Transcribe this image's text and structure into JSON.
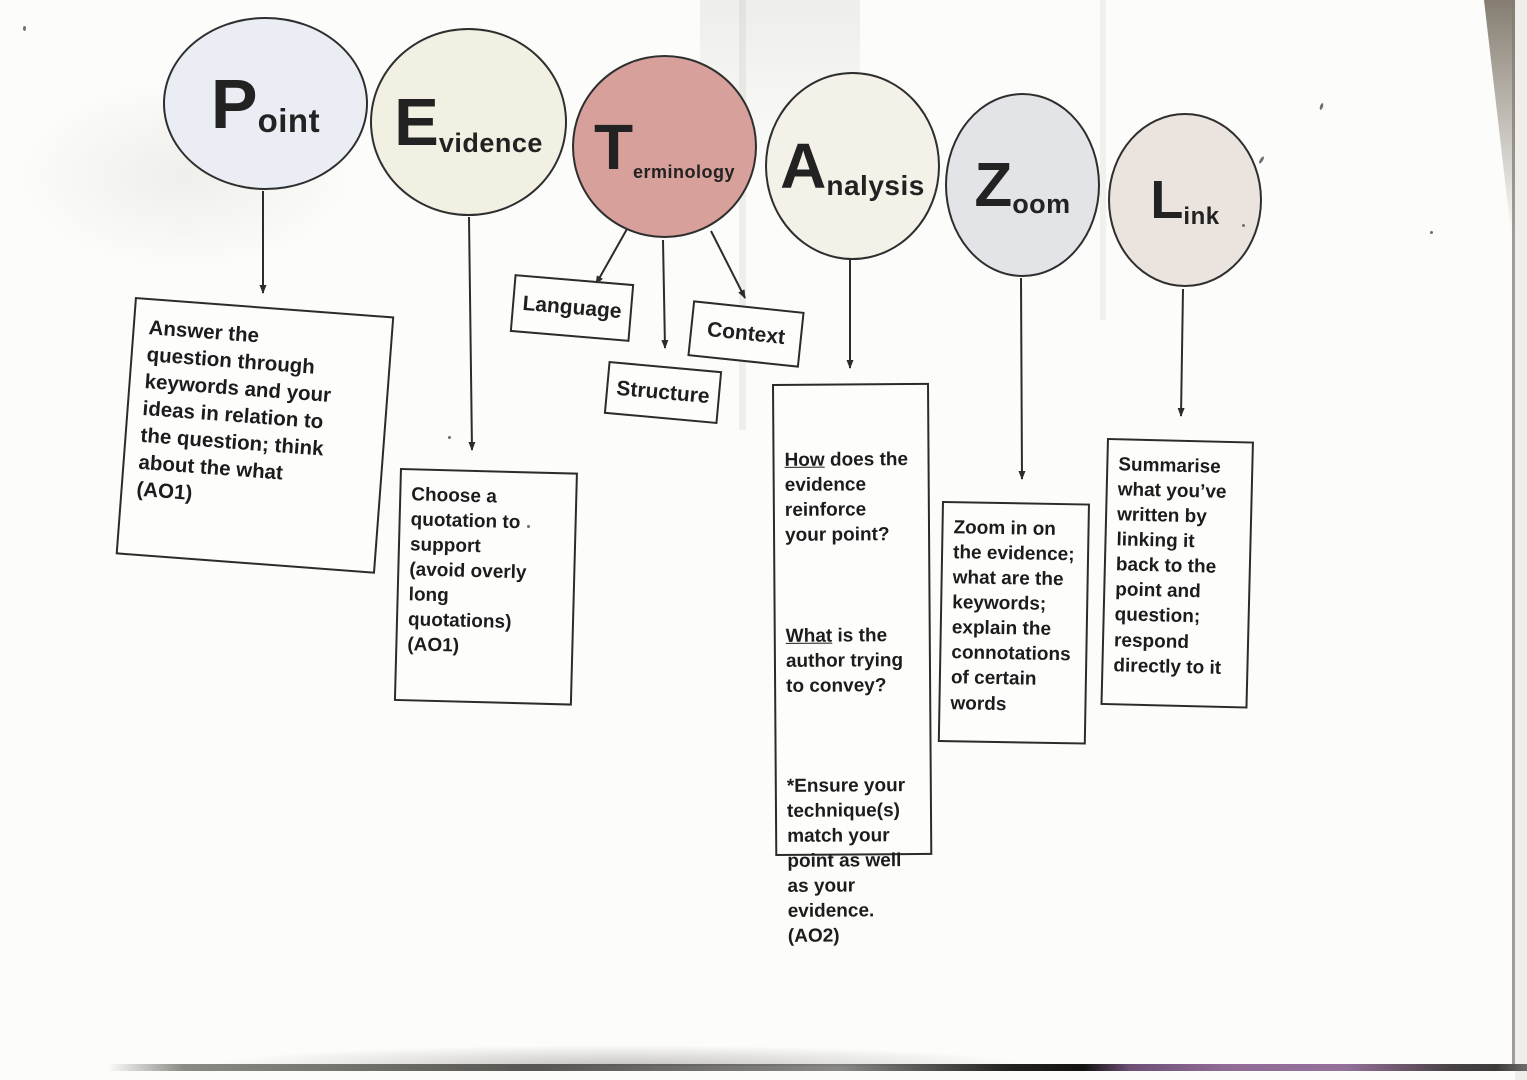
{
  "colors": {
    "ink": "#2c2c2c",
    "page": "#fcfcfa",
    "terminology_pink": "#d7a09a",
    "bottom_edge_purple": "#8f6b96"
  },
  "circles": [
    {
      "name": "point",
      "initial": "P",
      "rest": "oint",
      "fill": "#eaedf3"
    },
    {
      "name": "evidence",
      "initial": "E",
      "rest": "vidence",
      "fill": "#f2f0e3"
    },
    {
      "name": "terminology",
      "initial": "T",
      "rest": "erminology",
      "fill": "#d7a09a"
    },
    {
      "name": "analysis",
      "initial": "A",
      "rest": "nalysis",
      "fill": "#f4f1e9"
    },
    {
      "name": "zoom",
      "initial": "Z",
      "rest": "oom",
      "fill": "#e2e4e8"
    },
    {
      "name": "link",
      "initial": "L",
      "rest": "ink",
      "fill": "#ebe3de"
    }
  ],
  "term_boxes": {
    "language": "Language",
    "structure": "Structure",
    "context": "Context"
  },
  "notes": {
    "point": "Answer the\nquestion through\nkeywords and your\nideas in relation to\nthe question; think\nabout the what\n(AO1)",
    "evidence": "Choose a\nquotation to\nsupport\n(avoid overly\nlong\nquotations)\n(AO1)",
    "analysis": {
      "how_word": "How",
      "how_rest": " does the\nevidence\nreinforce\nyour point?",
      "what_word": "What",
      "what_rest": " is the\nauthor trying\nto convey?",
      "ensure": "*Ensure your\ntechnique(s)\nmatch your\npoint as well\nas your\nevidence.\n(AO2)"
    },
    "zoom": "Zoom in on\nthe evidence;\nwhat are the\nkeywords;\nexplain the\nconnotations\nof certain\nwords",
    "link": "Summarise\nwhat you’ve\nwritten by\nlinking it\nback to the\npoint and\nquestion;\nrespond\ndirectly to it"
  }
}
